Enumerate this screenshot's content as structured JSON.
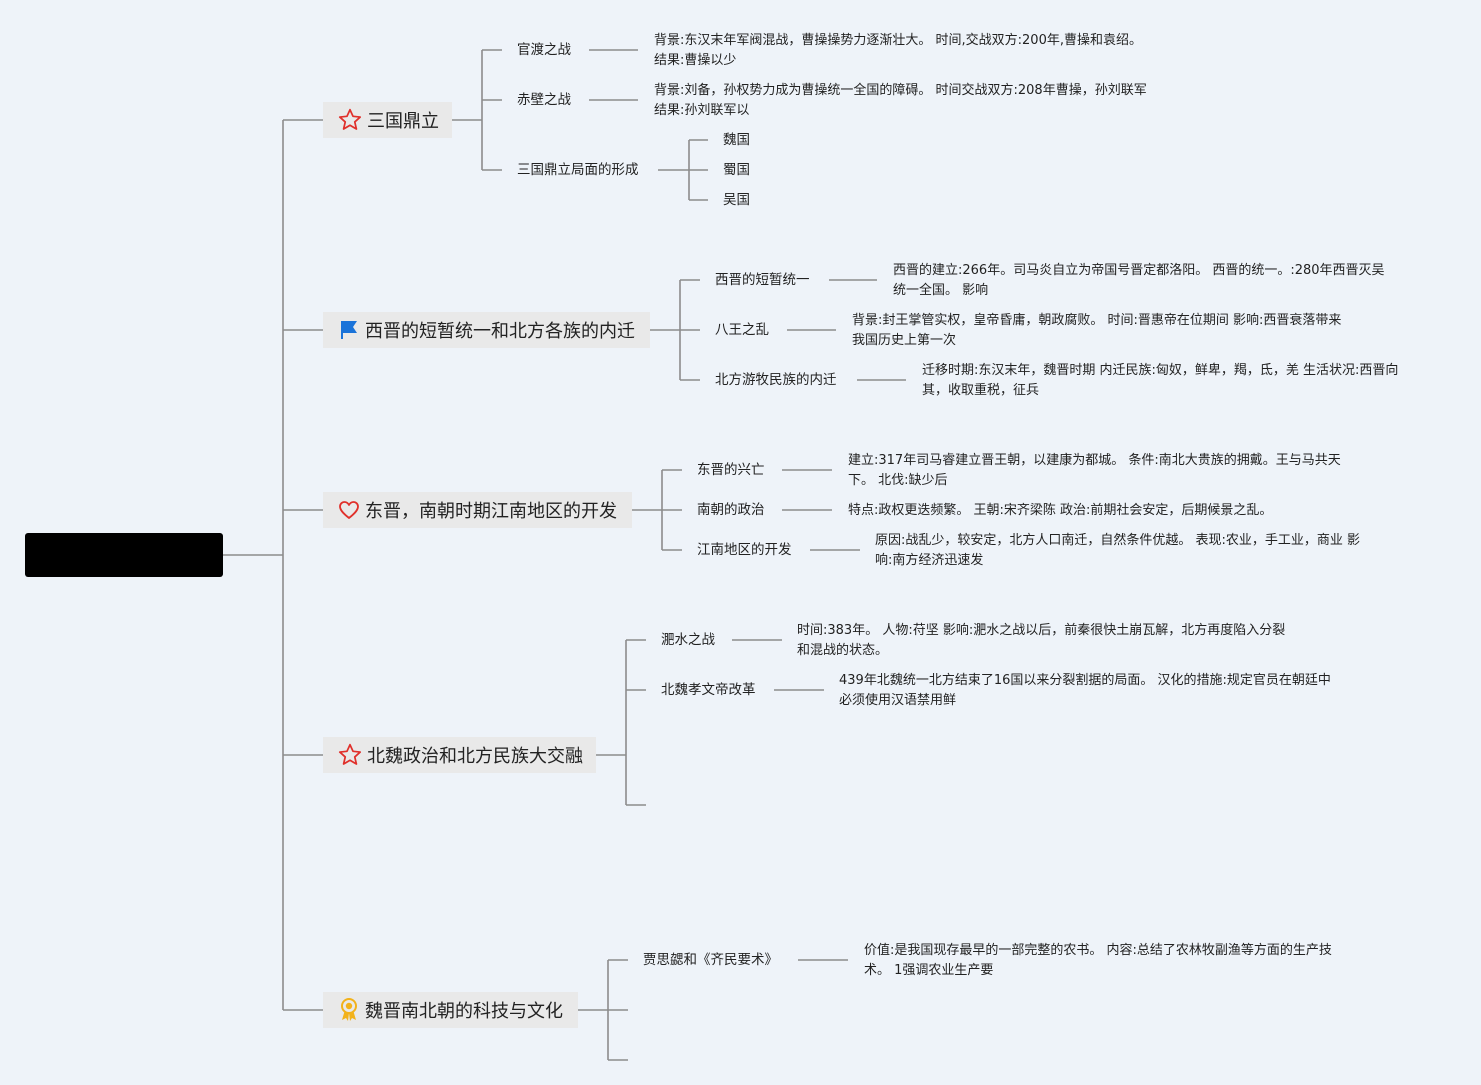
{
  "root": {
    "title": ""
  },
  "colors": {
    "background": "#eef3f9",
    "line": "#8c8c8c",
    "topic_bg": "#e9e9e9",
    "root_bg": "#000000",
    "icon_red": "#e0302b",
    "icon_blue": "#1a73d9",
    "icon_gold": "#f2b21b"
  },
  "topics": [
    {
      "title": "三国鼎立",
      "icon": "star-icon",
      "subtopics": [
        {
          "label": "官渡之战",
          "detail": "背景:东汉末年军阀混战，曹操操势力逐渐壮大。 时间,交战双方:200年,曹操和袁绍。 结果:曹操以少"
        },
        {
          "label": "赤壁之战",
          "detail": "背景:刘备，孙权势力成为曹操统一全国的障碍。 时间交战双方:208年曹操，孙刘联军 结果:孙刘联军以"
        },
        {
          "label": "三国鼎立局面的形成",
          "children": [
            "魏国",
            "蜀国",
            "吴国"
          ]
        }
      ]
    },
    {
      "title": "西晋的短暂统一和北方各族的内迁",
      "icon": "flag-icon",
      "subtopics": [
        {
          "label": "西晋的短暂统一",
          "detail": "西晋的建立:266年。司马炎自立为帝国号晋定都洛阳。 西晋的统一。:280年西晋灭吴统一全国。 影响"
        },
        {
          "label": "八王之乱",
          "detail": "背景:封王掌管实权，皇帝昏庸，朝政腐败。 时间:晋惠帝在位期间 影响:西晋衰落带来我国历史上第一次"
        },
        {
          "label": "北方游牧民族的内迁",
          "detail": "迁移时期:东汉末年，魏晋时期 内迁民族:匈奴，鲜卑，羯，氐，羌 生活状况:西晋向其，收取重税，征兵"
        }
      ]
    },
    {
      "title": "东晋，南朝时期江南地区的开发",
      "icon": "heart-icon",
      "subtopics": [
        {
          "label": "东晋的兴亡",
          "detail": "建立:317年司马睿建立晋王朝，以建康为都城。 条件:南北大贵族的拥戴。王与马共天下。 北伐:缺少后"
        },
        {
          "label": "南朝的政治",
          "detail": "特点:政权更迭频繁。 王朝:宋齐梁陈 政治:前期社会安定，后期候景之乱。"
        },
        {
          "label": "江南地区的开发",
          "detail": "原因:战乱少，较安定，北方人口南迁，自然条件优越。 表现:农业，手工业，商业 影响:南方经济迅速发"
        }
      ]
    },
    {
      "title": "北魏政治和北方民族大交融",
      "icon": "star-icon",
      "subtopics": [
        {
          "label": "淝水之战",
          "detail": "时间:383年。 人物:苻坚 影响:淝水之战以后，前秦很快土崩瓦解，北方再度陷入分裂和混战的状态。"
        },
        {
          "label": "北魏孝文帝改革",
          "detail": "439年北魏统一北方结束了16国以来分裂割据的局面。 汉化的措施:规定官员在朝廷中必须使用汉语禁用鲜"
        }
      ]
    },
    {
      "title": "魏晋南北朝的科技与文化",
      "icon": "award-icon",
      "subtopics": [
        {
          "label": "贾思勰和《齐民要术》",
          "detail": "价值:是我国现存最早的一部完整的农书。 内容:总结了农林牧副渔等方面的生产技术。 1强调农业生产要"
        }
      ]
    }
  ]
}
